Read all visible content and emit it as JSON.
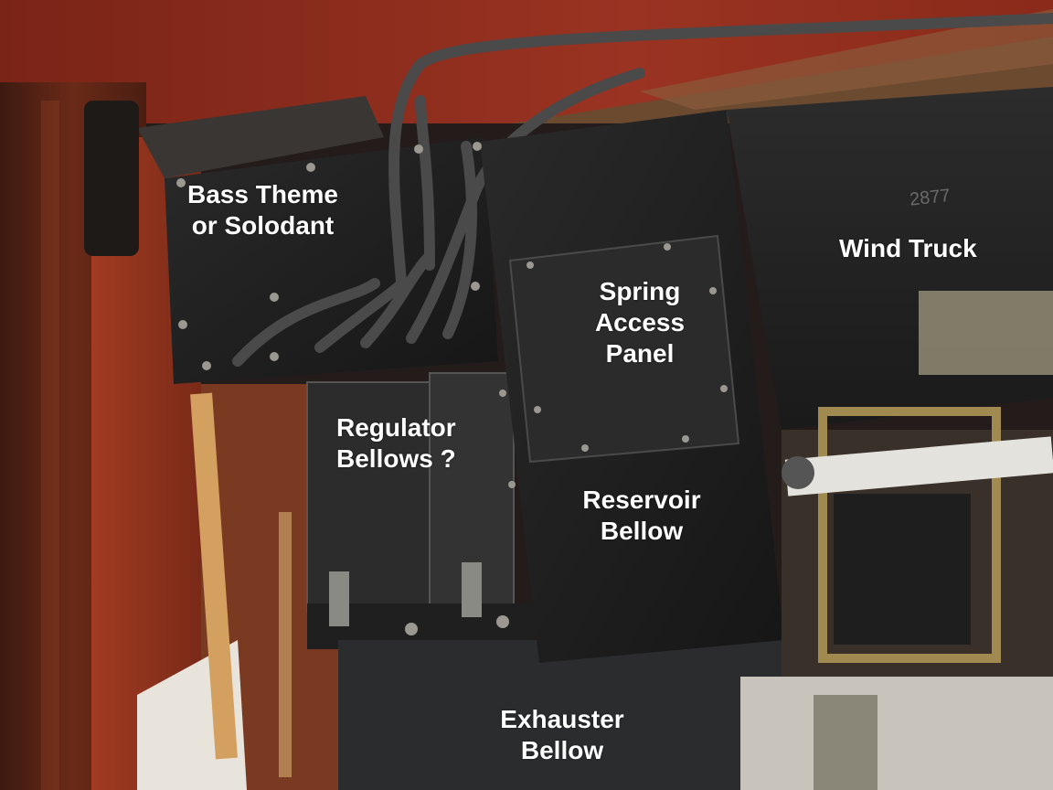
{
  "labels": {
    "bass_theme": {
      "line1": "Bass Theme",
      "line2": "or Solodant"
    },
    "wind_truck": {
      "line1": "Wind Truck"
    },
    "spring_access": {
      "line1": "Spring",
      "line2": "Access",
      "line3": "Panel"
    },
    "regulator": {
      "line1": "Regulator",
      "line2": "Bellows ?"
    },
    "reservoir": {
      "line1": "Reservoir",
      "line2": "Bellow"
    },
    "exhauster": {
      "line1": "Exhauster",
      "line2": "Bellow"
    }
  },
  "colors": {
    "label_text": "#ffffff",
    "wood_red": "#8a2a1c",
    "panel_black": "#1e1e1e",
    "cabinet_brown": "#5a2a1a"
  }
}
